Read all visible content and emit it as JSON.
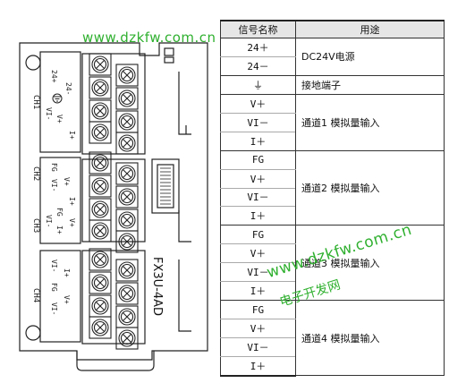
{
  "table": {
    "headers": {
      "signal_name": "信号名称",
      "usage": "用途"
    },
    "groups": [
      {
        "usage": "DC24V电源",
        "signals": [
          "24＋",
          "24－"
        ]
      },
      {
        "usage": "接地端子",
        "signals": [
          "⏚"
        ]
      },
      {
        "usage": "通道1  模拟量输入",
        "signals": [
          "V＋",
          "VI－",
          "I＋"
        ]
      },
      {
        "usage": "通道2  模拟量输入",
        "signals": [
          "FG",
          "V＋",
          "VI－",
          "I＋"
        ]
      },
      {
        "usage": "通道3  模拟量输入",
        "signals": [
          "FG",
          "V＋",
          "VI－",
          "I＋"
        ]
      },
      {
        "usage": "通道4  模拟量输入",
        "signals": [
          "FG",
          "V＋",
          "VI－",
          "I＋"
        ]
      }
    ]
  },
  "device": {
    "model": "FX3U-4AD",
    "channels": [
      "CH1",
      "CH2",
      "CH3",
      "CH4"
    ],
    "terminal_labels": {
      "power": [
        "24+",
        "24-",
        "⏚"
      ],
      "ch1": [
        "V+",
        "VI-",
        "I+"
      ],
      "ch2": [
        "FG",
        "V+",
        "VI-",
        "I+"
      ],
      "ch3": [
        "FG",
        "V+",
        "VI-",
        "I+"
      ],
      "ch4": [
        "FG",
        "V+",
        "VI-",
        "I+"
      ]
    }
  },
  "watermarks": {
    "url": "www.dzkfw.com.cn",
    "text": "电子开发网"
  }
}
